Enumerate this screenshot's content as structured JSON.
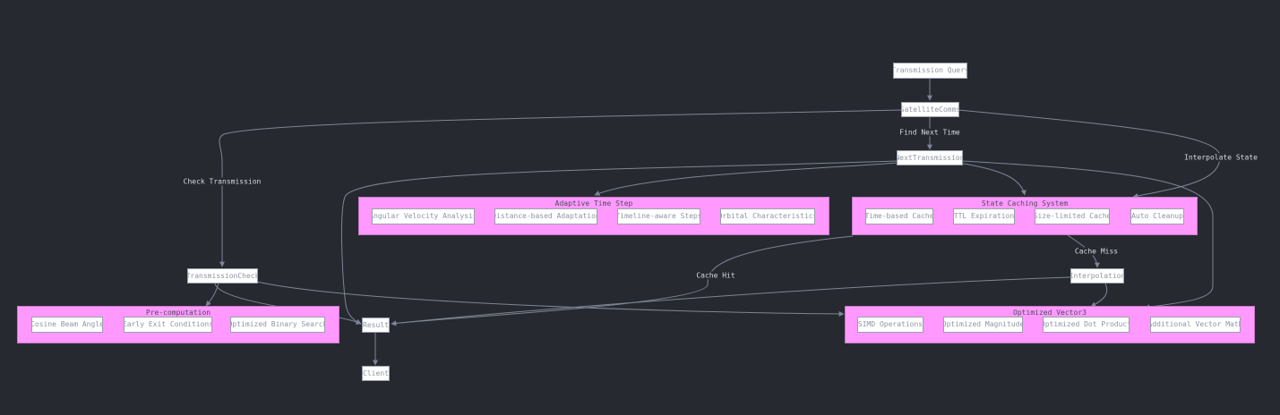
{
  "nodes": {
    "transmission_query": "Transmission Query",
    "satellite_comms": "SatelliteComms",
    "next_transmission": "NextTransmission",
    "transmission_check": "TransmissionCheck",
    "interpolation": "Interpolation",
    "result": "Result",
    "client": "Client"
  },
  "clusters": {
    "adaptive_time_step": {
      "title": "Adaptive Time Step",
      "items": [
        "Angular Velocity Analysis",
        "Distance-based Adaptation",
        "Timeline-aware Steps",
        "Orbital Characteristics"
      ]
    },
    "state_caching": {
      "title": "State Caching System",
      "items": [
        "Time-based Cache",
        "TTL Expiration",
        "Size-limited Cache",
        "Auto Cleanup"
      ]
    },
    "pre_computation": {
      "title": "Pre-computation",
      "items": [
        "Cosine Beam Angle",
        "Early Exit Conditions",
        "Optimized Binary Search"
      ]
    },
    "optimized_vector3": {
      "title": "Optimized Vector3",
      "items": [
        "SIMD Operations",
        "Optimized Magnitude",
        "Optimized Dot Product",
        "Additional Vector Math"
      ]
    }
  },
  "edge_labels": {
    "find_next_time": "Find Next Time",
    "check_transmission": "Check Transmission",
    "interpolate_state": "Interpolate State",
    "cache_miss": "Cache Miss",
    "cache_hit": "Cache Hit"
  },
  "colors": {
    "background": "#262930",
    "cluster_fill": "#ff99ff",
    "edge": "#7d8596",
    "node_fill": "#ffffff"
  }
}
